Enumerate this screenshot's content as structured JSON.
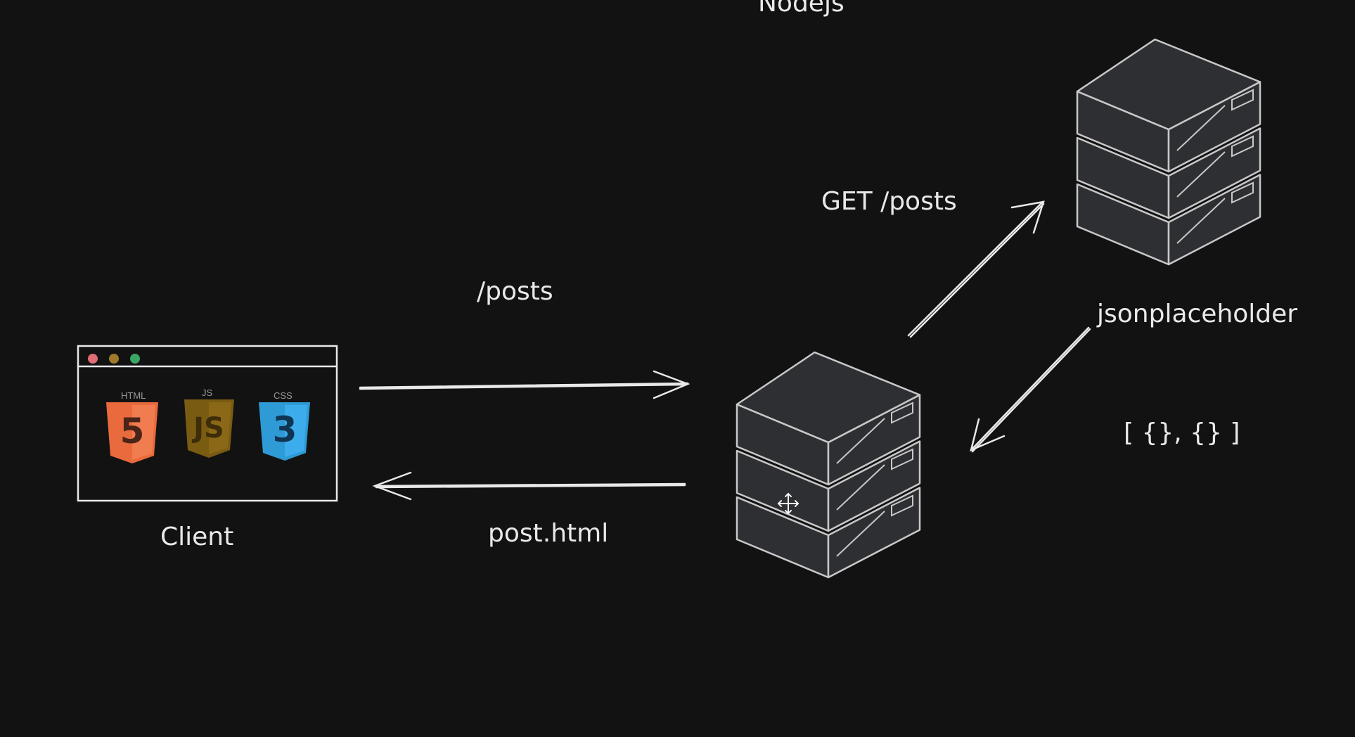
{
  "colors": {
    "background": "#121212",
    "stroke": "#e9e9e9",
    "server_face": "#2e2f33",
    "server_line": "#c8c8c8",
    "html_orange": "#e96a3c",
    "js_yellow": "#7a5b12",
    "css_blue": "#2f9bd6",
    "dot_red": "#e06c75",
    "dot_yellow": "#a07a2a",
    "dot_green": "#3aa564"
  },
  "labels": {
    "top_title": "Nodejs",
    "get_posts": "GET /posts",
    "posts_path": "/posts",
    "post_html": "post.html",
    "client": "Client",
    "jsonplaceholder": "jsonplaceholder",
    "json_array": "[ {}, {} ]"
  },
  "client_window": {
    "badges": [
      {
        "caption": "HTML",
        "glyph": "5",
        "color": "#e96a3c"
      },
      {
        "caption": "JS",
        "glyph": "JS",
        "color": "#7a5b12"
      },
      {
        "caption": "CSS",
        "glyph": "3",
        "color": "#2f9bd6"
      }
    ]
  },
  "icons": {
    "cursor": "move-cursor-icon"
  }
}
